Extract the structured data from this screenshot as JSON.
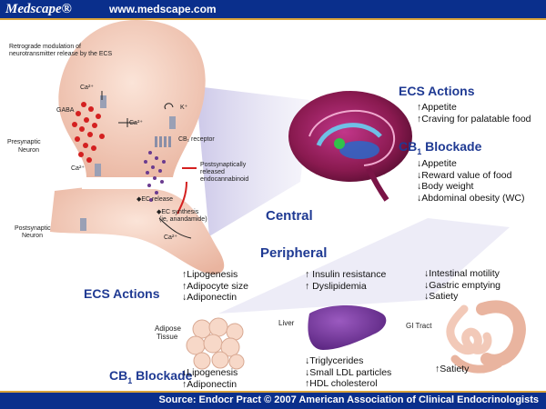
{
  "header": {
    "brand": "Medscape®",
    "url": "www.medscape.com"
  },
  "footer": {
    "source": "Source: Endocr Pract © 2007 American Association of Clinical Endocrinologists"
  },
  "synapse": {
    "title_line1": "Retrograde modulation of",
    "title_line2": "neurotransmitter release by the ECS",
    "ca_top": "Ca²⁺",
    "gaba": "GABA",
    "ca_mid": "Ca²⁺",
    "ca_plus": "Ca²⁺",
    "k_plus": "K⁺",
    "cb1_receptor": "CB₁ receptor",
    "presynaptic_line1": "Presynaptic",
    "presynaptic_line2": "Neuron",
    "released_line1": "Postsynaptically",
    "released_line2": "released",
    "released_line3": "endocannabinoid",
    "ec_release": "◆EC release",
    "ec_synthesis_line1": "◆EC synthesis",
    "ec_synthesis_line2": "(ie, anandamide)",
    "postsynaptic_line1": "Postsynaptic",
    "postsynaptic_line2": "Neuron",
    "ca_bottom": "Ca²⁺"
  },
  "central": {
    "ecs_actions_title": "ECS Actions",
    "ecs_actions": [
      "↑Appetite",
      "↑Craving for palatable food"
    ],
    "cb1_title": "CB",
    "cb1_sub": "1",
    "cb1_title_rest": " Blockade",
    "cb1_blockade": [
      "↓Appetite",
      "↓Reward value of food",
      "↓Body weight",
      "↓Abdominal obesity (WC)"
    ],
    "label": "Central"
  },
  "peripheral": {
    "label": "Peripheral",
    "ecs_actions_title": "ECS Actions",
    "cb1_title": "CB",
    "cb1_sub": "1",
    "cb1_title_rest": " Blockade",
    "adipose_line1": "Adipose",
    "adipose_line2": "Tissue",
    "adipose_actions": [
      "↑Lipogenesis",
      "↑Adipocyte size",
      "↓Adiponectin"
    ],
    "adipose_blockade": [
      "↓Lipogenesis",
      "↑Adiponectin"
    ],
    "liver_label": "Liver",
    "liver_actions": [
      "↑ Insulin resistance",
      "↑ Dyslipidemia"
    ],
    "liver_blockade": [
      "↓Triglycerides",
      "↓Small LDL particles",
      "↑HDL cholesterol"
    ],
    "gi_label": "GI Tract",
    "gi_actions": [
      "↓Intestinal motility",
      "↓Gastric emptying",
      "↓Satiety"
    ],
    "gi_blockade": [
      "↑Satiety"
    ]
  },
  "colors": {
    "bar": "#0a2f8c",
    "accent_blue": "#1f3a93",
    "neuron": "#f2c9b8",
    "red": "#d42020",
    "liver": "#7b3aa0"
  }
}
